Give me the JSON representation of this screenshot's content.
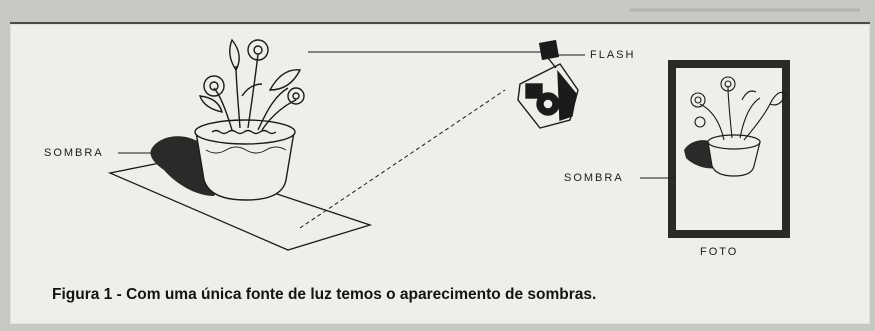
{
  "figure": {
    "labels": {
      "shadow_left": "SOMBRA",
      "flash": "FLASH",
      "shadow_right": "SOMBRA",
      "photo": "FOTO"
    },
    "caption": "Figura 1 - Com uma única fonte de luz temos o aparecimento de sombras."
  },
  "colors": {
    "paper": "#efeeea",
    "ink": "#1b1b1b",
    "shadow": "#2a2a28",
    "page_background": "#c9c7c2"
  }
}
